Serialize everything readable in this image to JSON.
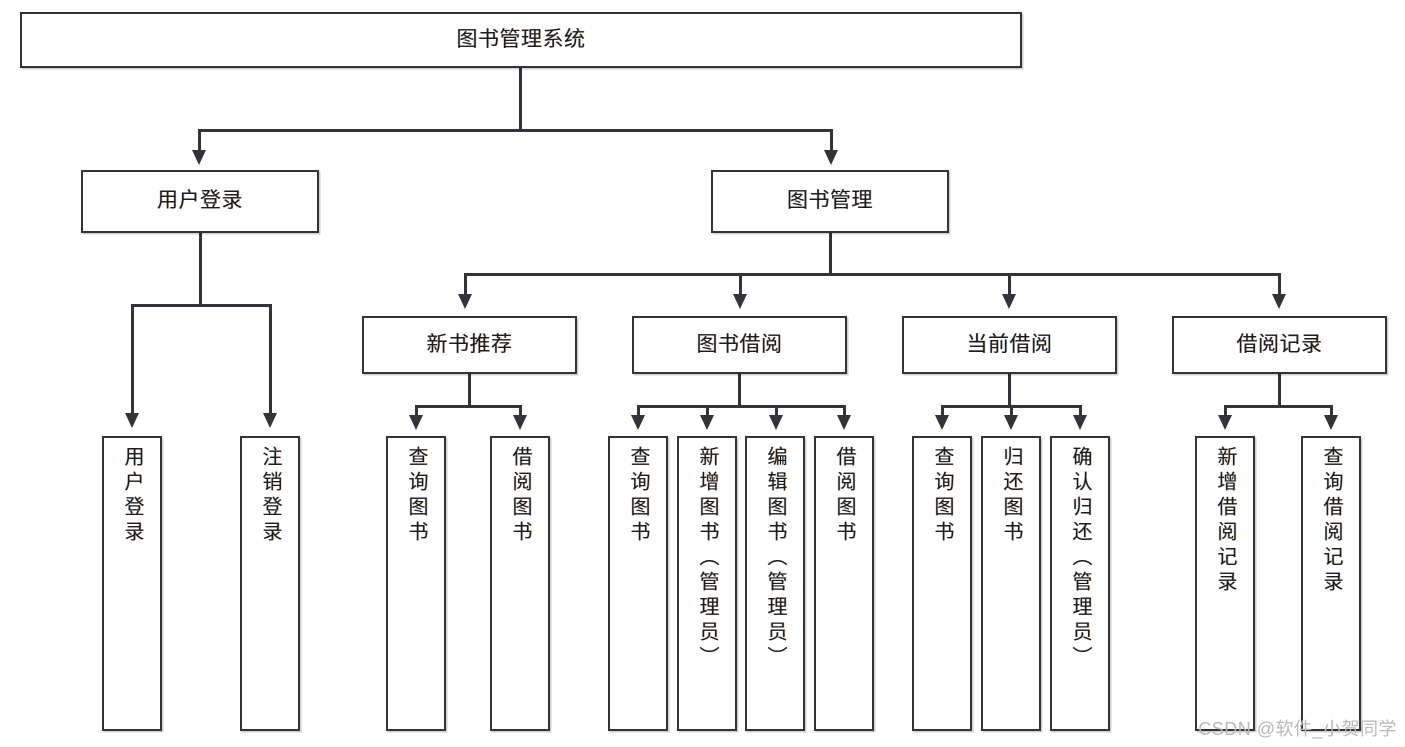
{
  "diagram": {
    "type": "tree-hierarchy-chart",
    "title": "图书管理系统",
    "watermark": "CSDN @软件_小贺同学",
    "colors": {
      "stroke": "#33333a",
      "fill": "#ffffff",
      "text": "#1c1c1c",
      "watermark": "#b9b9b9"
    },
    "root": {
      "label": "图书管理系统"
    },
    "level2": [
      {
        "label": "用户登录"
      },
      {
        "label": "图书管理"
      }
    ],
    "level3": [
      {
        "label": "新书推荐"
      },
      {
        "label": "图书借阅"
      },
      {
        "label": "当前借阅"
      },
      {
        "label": "借阅记录"
      }
    ],
    "leaves": {
      "user_login": [
        {
          "label": "用户登录"
        },
        {
          "label": "注销登录"
        }
      ],
      "new_book_recommend": [
        {
          "label": "查询图书"
        },
        {
          "label": "借阅图书"
        }
      ],
      "book_borrow": [
        {
          "label": "查询图书"
        },
        {
          "label": "新增图书（管理员）"
        },
        {
          "label": "编辑图书（管理员）"
        },
        {
          "label": "借阅图书"
        }
      ],
      "current_borrow": [
        {
          "label": "查询图书"
        },
        {
          "label": "归还图书"
        },
        {
          "label": "确认归还（管理员）"
        }
      ],
      "borrow_record": [
        {
          "label": "新增借阅记录"
        },
        {
          "label": "查询借阅记录"
        }
      ]
    }
  }
}
